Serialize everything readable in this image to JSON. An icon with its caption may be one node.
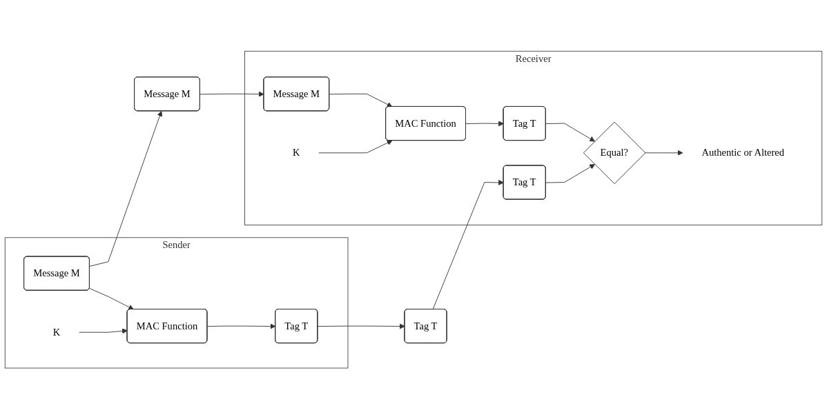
{
  "diagram": {
    "nodes": [
      {
        "text": [
          "Sender"
        ]
      },
      {
        "text": [
          "Message M"
        ],
        "in": 0
      },
      {
        "text": [
          "K"
        ],
        "in": 0
      },
      {
        "text": [
          "MAC Function"
        ],
        "in": 0
      },
      {
        "text": [
          "Tag T"
        ],
        "in": 0
      },
      {
        "text": [
          "Message M"
        ]
      },
      {
        "text": [
          "Tag T"
        ]
      },
      {
        "text": [
          "Receiver"
        ]
      },
      {
        "text": [
          "Message M"
        ],
        "in": 7
      },
      {
        "text": [
          "MAC Function"
        ],
        "in": 7
      },
      {
        "text": [
          "K"
        ],
        "in": 7
      },
      {
        "text": [
          "Tag T"
        ],
        "in": 7
      },
      {
        "text": [
          "Tag T"
        ],
        "in": 7
      },
      {
        "text": [
          "Equal?"
        ],
        "in": 7
      },
      {
        "text": [
          "Authentic or Altered"
        ],
        "in": 7
      }
    ],
    "edges": [
      {
        "from": 1,
        "to": 5,
        "arrow": "to"
      },
      {
        "from": 1,
        "to": 3,
        "arrow": "to"
      },
      {
        "from": 2,
        "to": 3,
        "arrow": "to"
      },
      {
        "from": 3,
        "to": 4,
        "arrow": "to"
      },
      {
        "from": 4,
        "to": 6,
        "arrow": "to"
      },
      {
        "from": 5,
        "to": 8,
        "arrow": "to"
      },
      {
        "from": 6,
        "to": 11,
        "arrow": "to"
      },
      {
        "from": 8,
        "to": 9,
        "arrow": "to"
      },
      {
        "from": 10,
        "to": 9,
        "arrow": "to"
      },
      {
        "from": 9,
        "to": 12,
        "arrow": "to"
      },
      {
        "from": 11,
        "to": 13,
        "arrow": "to"
      },
      {
        "from": 12,
        "to": 13,
        "arrow": "to"
      },
      {
        "from": 13,
        "to": 14,
        "arrow": "to"
      }
    ]
  }
}
